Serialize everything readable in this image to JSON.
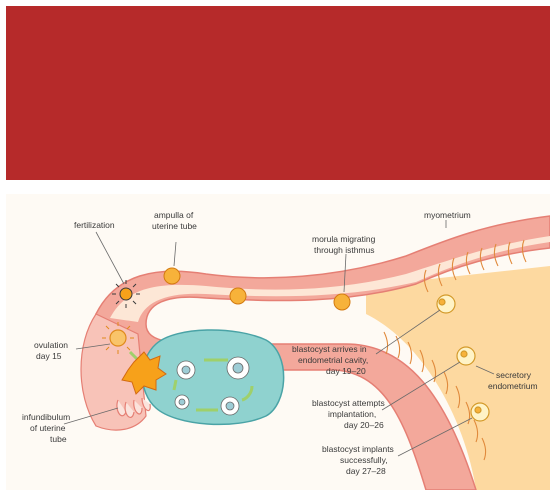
{
  "banner": {
    "color": "#b62a2a"
  },
  "colors": {
    "uterine_wall": "#f3a89b",
    "tube_lumen": "#fde7d6",
    "endometrium": "#fdd9a0",
    "ovary": "#8fd2cf",
    "follicle": "#f7a11a",
    "arrow": "#9fd06a"
  },
  "labels": {
    "fertilization": "fertilization",
    "ampulla": [
      "ampulla of",
      "uterine tube"
    ],
    "morula": [
      "morula migrating",
      "through isthmus"
    ],
    "myometrium": "myometrium",
    "ovulation": [
      "ovulation",
      "day 15"
    ],
    "blastocyst_arrives": [
      "blastocyst arrives in",
      "endometrial cavity,",
      "day 19–20"
    ],
    "secretory": [
      "secretory",
      "endometrium"
    ],
    "infundibulum": [
      "infundibulum",
      "of uterine",
      "tube"
    ],
    "blastocyst_attempts": [
      "blastocyst attempts",
      "implantation,",
      "day 20–26"
    ],
    "blastocyst_implants": [
      "blastocyst implants",
      "successfully,",
      "day 27–28"
    ]
  }
}
